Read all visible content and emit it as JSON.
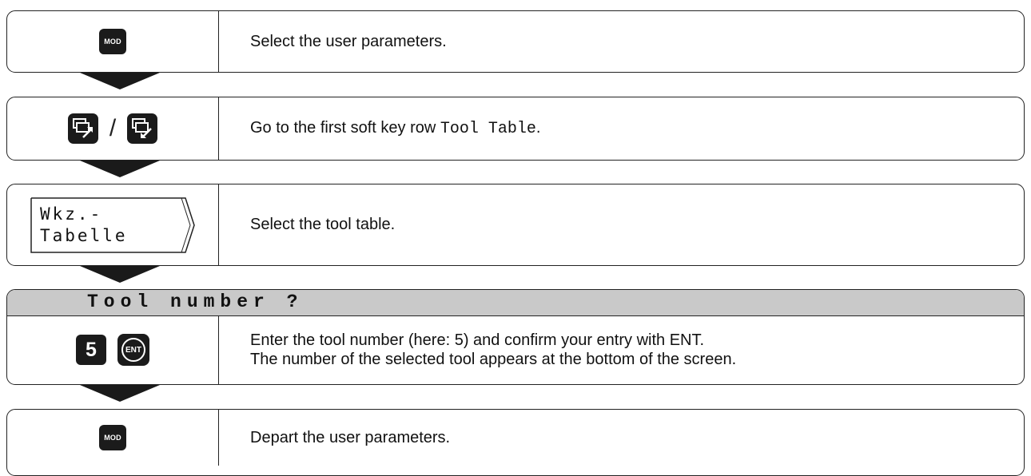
{
  "steps": [
    {
      "key": "MOD",
      "description": "Select the user parameters."
    },
    {
      "keys_separator": "/",
      "icons": [
        "page-up-icon",
        "page-down-icon"
      ],
      "description_prefix": "Go to the first soft key row ",
      "description_code": "Tool Table",
      "description_suffix": "."
    },
    {
      "softkey_line1": "Wkz.-",
      "softkey_line2": "Tabelle",
      "description": "Select the tool table."
    },
    {
      "prompt": "Tool number ?",
      "number_key": "5",
      "enter_key": "ENT",
      "description_line1": "Enter the tool number (here: 5) and confirm your entry with ENT.",
      "description_line2": "The number of the selected tool appears at the bottom of the screen."
    },
    {
      "key": "MOD",
      "description": "Depart the user parameters."
    }
  ]
}
